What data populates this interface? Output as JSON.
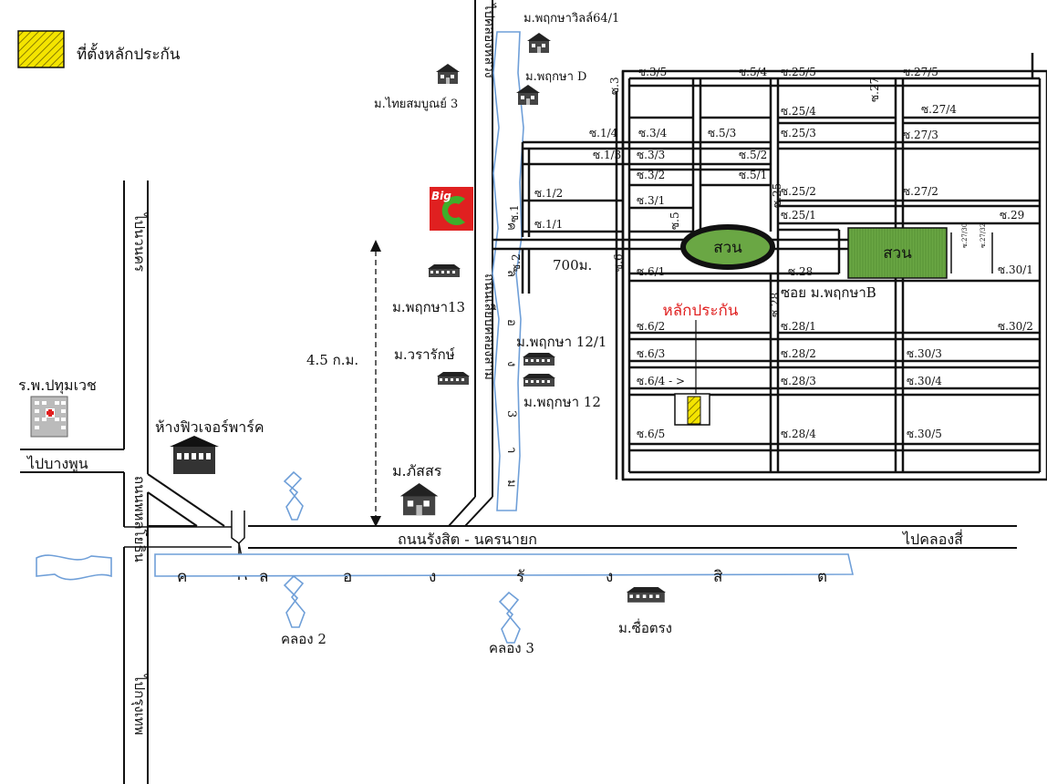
{
  "legend": {
    "label": "ที่ตั้งหลักประกัน",
    "swatch_color": "#f4e400"
  },
  "colors": {
    "park_green": "#6aa744",
    "canal_blue": "#6f9fd8",
    "marker_red": "#e02020"
  },
  "roads": {
    "main_road": "ถนนรังสิต - นครนายก",
    "to_khlong_si": "ไปคลองสี่",
    "to_bang_phun": "ไปบางพูน",
    "to_nakhon_nayok": "ไปนวนคร",
    "to_bangkok": "ไปกรุงเทพ",
    "phahonyothin": "ถนนพหลโยธิน",
    "to_khlong_luang": "ไปคลองหลวง",
    "canal_road": "ถนนเลียบคลองสาม",
    "soi_pruksa": "ซอย ม.พฤกษาB"
  },
  "canals": {
    "rangsit": [
      "ค",
      "ล",
      "อ",
      "ง",
      "รั",
      "ง",
      "สิ",
      "ต"
    ],
    "khlong_2": "คลอง 2",
    "khlong_3": "คลอง 3",
    "khlong_3_vertical": [
      "ค",
      "ล",
      "อ",
      "ง",
      "3",
      "า",
      "ม"
    ]
  },
  "places": {
    "hospital": "ร.พ.ปทุมเวช",
    "future_park": "ห้างฟิวเจอร์พาร์ค",
    "kassorn": "ม.ภัสสร",
    "sue_trong": "ม.ซื่อตรง",
    "pruksa13": "ม.พฤกษา13",
    "warak": "ม.วรารักษ์",
    "pruksa12_1": "ม.พฤกษา 12/1",
    "pruksa12": "ม.พฤกษา 12",
    "thai_somboon": "ม.ไทยสมบูณย์ 3",
    "pruksa_villa": "ม.พฤกษาวิลล์64/1",
    "pruksa_d": "ม.พฤกษา D",
    "big_c": "Big",
    "collateral": "หลักประกัน",
    "park1": "สวน",
    "park2": "สวน"
  },
  "distances": {
    "vertical": "4.5 ก.ม.",
    "road": "700ม."
  },
  "sois": {
    "s3_5": "ซ.3/5",
    "s5_4": "ซ.5/4",
    "s25_5": "ซ.25/5",
    "s27_5": "ซ.27/5",
    "s3": "ซ.3",
    "s27": "ซ.27",
    "s25_4": "ซ.25/4",
    "s27_4": "ซ.27/4",
    "s1_4": "ซ.1/4",
    "s3_4": "ซ.3/4",
    "s5_3": "ซ.5/3",
    "s25_3": "ซ.25/3",
    "s27_3": "ซ.27/3",
    "s1_3": "ซ.1/3",
    "s3_3": "ซ.3/3",
    "s5_2": "ซ.5/2",
    "s3_2": "ซ.3/2",
    "s5_1": "ซ.5/1",
    "s1_2": "ซ.1/2",
    "s25_2": "ซ.25/2",
    "s27_2": "ซ.27/2",
    "s3_1": "ซ.3/1",
    "s25": "ซ.25",
    "s25_1": "ซ.25/1",
    "s29": "ซ.29",
    "s1": "ซ.1",
    "s1_1": "ซ.1/1",
    "s5": "ซ.5",
    "s2": "ซ.2",
    "s6": "ซ.6",
    "s6_1": "ซ.6/1",
    "s28": "ซ.28",
    "s30_1": "ซ.30/1",
    "s27_30a": "ซ.27/30",
    "s27_30b": "ซ.27/32",
    "s6_2": "ซ.6/2",
    "s28_1": "ซ.28/1",
    "s30_2": "ซ.30/2",
    "s28v": "ซ.28",
    "s6_3": "ซ.6/3",
    "s28_2": "ซ.28/2",
    "s30_3": "ซ.30/3",
    "s6_4": "ซ.6/4 - >",
    "s28_3": "ซ.28/3",
    "s30_4": "ซ.30/4",
    "s6_5": "ซ.6/5",
    "s28_4": "ซ.28/4",
    "s30_5": "ซ.30/5"
  }
}
